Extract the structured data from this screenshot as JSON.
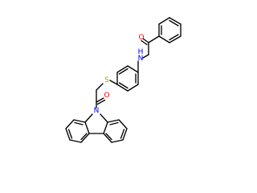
{
  "molecule": {
    "atom_labels": {
      "amide_oxygen": "O",
      "amide_nitrogen": "N",
      "amide_hydrogen": "H",
      "thioether_sulfur": "S",
      "ketone_oxygen": "O",
      "carbazole_nitrogen": "N"
    }
  },
  "colors": {
    "bond": "#000000",
    "oxygen": "#ff0000",
    "nitrogen": "#0000ff",
    "sulfur": "#b2a000",
    "background": "#ffffff"
  }
}
